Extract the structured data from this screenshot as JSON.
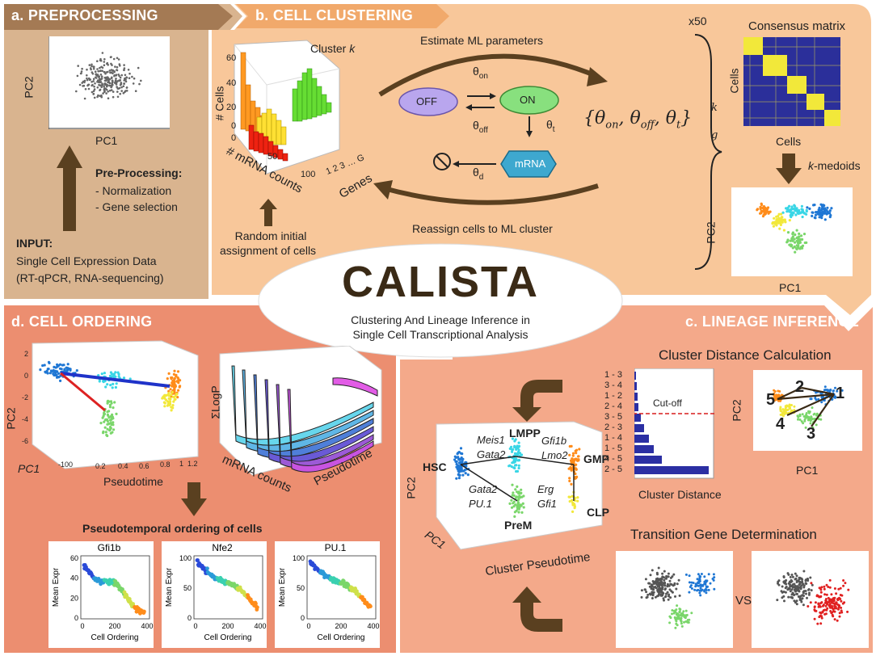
{
  "panels": {
    "a": {
      "title": "a. PREPROCESSING",
      "plot_xlabel": "PC1",
      "plot_ylabel": "PC2",
      "preprocessing_heading": "Pre-Processing:",
      "preprocessing_steps": [
        "- Normalization",
        "- Gene selection"
      ],
      "input_heading": "INPUT:",
      "input_lines": [
        "Single Cell Expression Data",
        "(RT-qPCR, RNA-sequencing)"
      ]
    },
    "b": {
      "title": "b. CELL CLUSTERING",
      "cluster_label": "Cluster",
      "cluster_var": "k",
      "y_axis_label": "# Cells",
      "y_ticks": [
        "60",
        "40",
        "20",
        "0",
        "0"
      ],
      "x_axis_label": "# mRNA counts",
      "x_ticks": [
        "50",
        "100"
      ],
      "genes_label": "Genes",
      "genes_ticks": "1 2 3 … G",
      "estimate_label": "Estimate ML parameters",
      "reassign_label": "Reassign cells to ML cluster",
      "random_init": [
        "Random initial",
        "assignment of cells"
      ],
      "states": {
        "off": "OFF",
        "on": "ON",
        "mrna": "mRNA"
      },
      "rates": {
        "theta": "θ",
        "on": "on",
        "off": "off",
        "t": "t",
        "d": "d"
      },
      "formula": {
        "theta": "θ",
        "sub_on": "on",
        "sub_off": "off",
        "sub_t": "t",
        "sup_k": "k",
        "sub_g": "g"
      },
      "repeat": "x50",
      "consensus_title": "Consensus matrix",
      "consensus_ylabel": "Cells",
      "consensus_xlabel": "Cells",
      "kmedoids": "-medoids",
      "kmedoids_k": "k",
      "scatter_xlabel": "PC1",
      "scatter_ylabel": "PC2"
    },
    "center": {
      "logo": "CALISTA",
      "subtitle_lines": [
        "Clustering And Lineage Inference in",
        "Single Cell Transcriptional Analysis"
      ]
    },
    "c": {
      "title": "c. LINEAGE INFERENCE",
      "distance_title": "Cluster Distance Calculation",
      "pairs": [
        "1 - 3",
        "3 - 4",
        "1 - 2",
        "2 - 4",
        "3 - 5",
        "2 - 3",
        "1 - 4",
        "1 - 5",
        "4 - 5",
        "2 - 5"
      ],
      "cutoff_label": "Cut-off",
      "distance_xlabel": "Cluster Distance",
      "cluster_numbers": [
        "1",
        "2",
        "3",
        "4",
        "5"
      ],
      "scatter_xlabel": "PC1",
      "scatter_ylabel": "PC2",
      "transition_title": "Transition Gene Determination",
      "vs_label": "VS",
      "lineage_nodes": {
        "hsc": "HSC",
        "lmpp": "LMPP",
        "gmp": "GMP",
        "prem": "PreM",
        "clp": "CLP"
      },
      "genes": {
        "meis1": "Meis1",
        "gata2a": "Gata2",
        "gfi1b": "Gfi1b",
        "lmo2": "Lmo2",
        "gata2b": "Gata2",
        "pu1": "PU.1",
        "erg": "Erg",
        "gfi1": "Gfi1"
      },
      "lineage_ylabel": "PC2",
      "lineage_xlabel": "PC1",
      "lineage_tlabel": "Cluster Pseudotime"
    },
    "d": {
      "title": "d. CELL ORDERING",
      "pc2": "PC2",
      "pc1": "PC1",
      "pseudotime": "Pseudotime",
      "x_ticks": [
        "-100",
        "0.2",
        "0.4",
        "0.6",
        "0.8",
        "1",
        "1.2"
      ],
      "y_ticks": [
        "2",
        "0",
        "-2",
        "-4",
        "-6"
      ],
      "logp_label": "ΣLogP",
      "mrna_label": "mRNA counts",
      "pseudotime2": "Pseudotime",
      "ordering_title": "Pseudotemporal ordering of cells",
      "mini": [
        {
          "title": "Gfi1b",
          "ylabel": "Mean Expr",
          "xlabel": "Cell Ordering",
          "yticks": [
            "60",
            "40",
            "20",
            "0"
          ],
          "xticks": [
            "0",
            "200",
            "400"
          ]
        },
        {
          "title": "Nfe2",
          "ylabel": "Mean Expr",
          "xlabel": "Cell Ordering",
          "yticks": [
            "100",
            "50",
            "0"
          ],
          "xticks": [
            "0",
            "200",
            "400"
          ]
        },
        {
          "title": "PU.1",
          "ylabel": "Mean Expr",
          "xlabel": "Cell Ordering",
          "yticks": [
            "100",
            "50",
            "0"
          ],
          "xticks": [
            "0",
            "200",
            "400"
          ]
        }
      ]
    }
  },
  "colors": {
    "panel_a": "#d9b48f",
    "panel_a_title": "#a47a54",
    "panel_b": "#f8c79a",
    "panel_b_title": "#f1a96b",
    "panel_c": "#f4a98a",
    "panel_d": "#ec8e70",
    "arrow": "#5a4020",
    "cluster_blue": "#1f77d4",
    "cluster_orange": "#ff8c1a",
    "cluster_green": "#7ad66a",
    "cluster_yellow": "#f2e83a",
    "cluster_cyan": "#39d6e6"
  }
}
